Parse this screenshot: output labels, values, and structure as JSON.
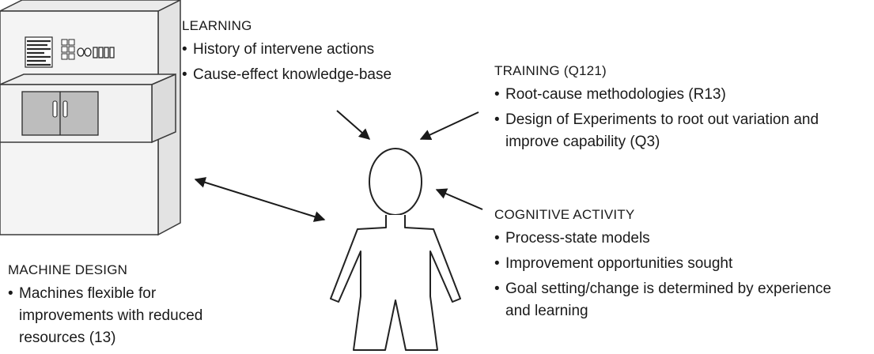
{
  "learning": {
    "heading": "LEARNING",
    "bullets": [
      "History of intervene actions",
      "Cause-effect knowledge-base"
    ]
  },
  "training": {
    "heading": "TRAINING (Q121)",
    "bullets": [
      "Root-cause methodologies (R13)",
      "Design of Experiments to root out variation and improve capability (Q3)"
    ]
  },
  "cognitive": {
    "heading": "COGNITIVE ACTIVITY",
    "bullets": [
      "Process-state models",
      "Improvement opportunities sought",
      "Goal setting/change is determined by experience and learning"
    ]
  },
  "machine_design": {
    "heading": "MACHINE DESIGN",
    "bullets": [
      "Machines flexible for improvements with reduced resources (13)"
    ]
  },
  "icons": {
    "machine": "machine-cabinet-icon",
    "person": "person-outline-icon"
  },
  "colors": {
    "text": "#1a1a1a",
    "machine_face": "#f4f4f4",
    "machine_side": "#e3e3e3",
    "panel": "#bdbdbd"
  }
}
